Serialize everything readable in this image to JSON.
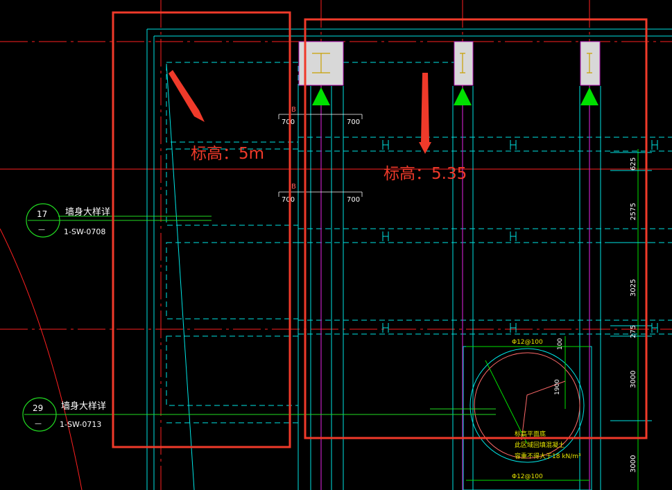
{
  "colors": {
    "background": "#000000",
    "axis_red": "#ff2020",
    "annotation_red": "#f03a2a",
    "beam_cyan": "#00e5e5",
    "grid_green": "#22dd22",
    "rebar_pink": "#ff6a6a",
    "column_fill": "#d8d8d8",
    "magenta": "#c020c0",
    "yellow": "#e8e800",
    "text_white": "#ffffff"
  },
  "annotations": {
    "left_elevation": "标高：5m",
    "right_elevation": "标高：5.35"
  },
  "section_refs": [
    {
      "number": "17",
      "sub": "—",
      "title": "墙身大样详",
      "code": "1-SW-0708"
    },
    {
      "number": "29",
      "sub": "—",
      "title": "墙身大样详",
      "code": "1-SW-0713"
    }
  ],
  "beam_labels": {
    "mark_top": "B",
    "dim_left_top": "700",
    "dim_right_top": "700",
    "mark_mid": "B",
    "dim_left_mid": "700",
    "dim_right_mid": "700"
  },
  "dimensions": [
    "625",
    "2575",
    "3025",
    "275",
    "3000",
    "3000"
  ],
  "pit": {
    "rebar_top": "Φ12@100",
    "rebar_bottom": "Φ12@100",
    "radius_dim": "1900",
    "dim_100": "100",
    "note_line1": "标高平面底",
    "note_line2": "此区域回填混凝土",
    "note_line3": "容重不得大于18 kN/m³"
  }
}
